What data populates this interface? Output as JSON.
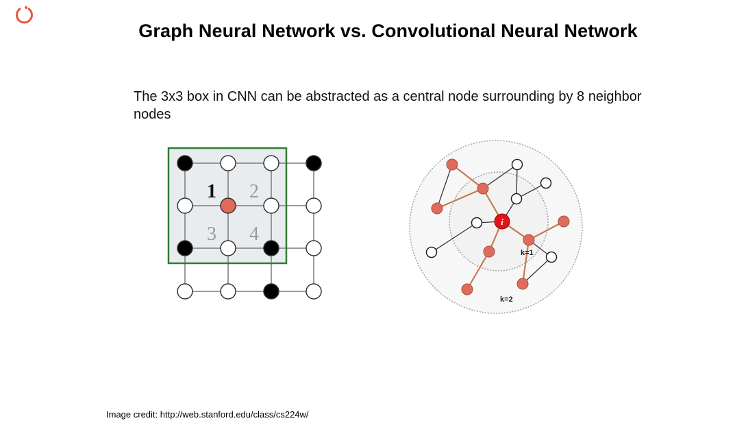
{
  "title": "Graph Neural Network vs. Convolutional Neural Network",
  "description": "The 3x3 box in CNN can be abstracted as a central node surrounding by 8 neighbor nodes",
  "grid_labels": [
    "1",
    "2",
    "3",
    "4"
  ],
  "graph_labels": {
    "center": "i",
    "inner_ring": "k=1",
    "outer_ring": "k=2"
  },
  "credit": "Image credit: http://web.stanford.edu/class/cs224w/",
  "colors": {
    "logo": "#e8553f",
    "box": "#2e7d32",
    "grid_fill": "#e9ecee",
    "highlight_node": "#e06b5c",
    "center_node": "#e0151a",
    "edge_highlight": "#c67b4e"
  }
}
